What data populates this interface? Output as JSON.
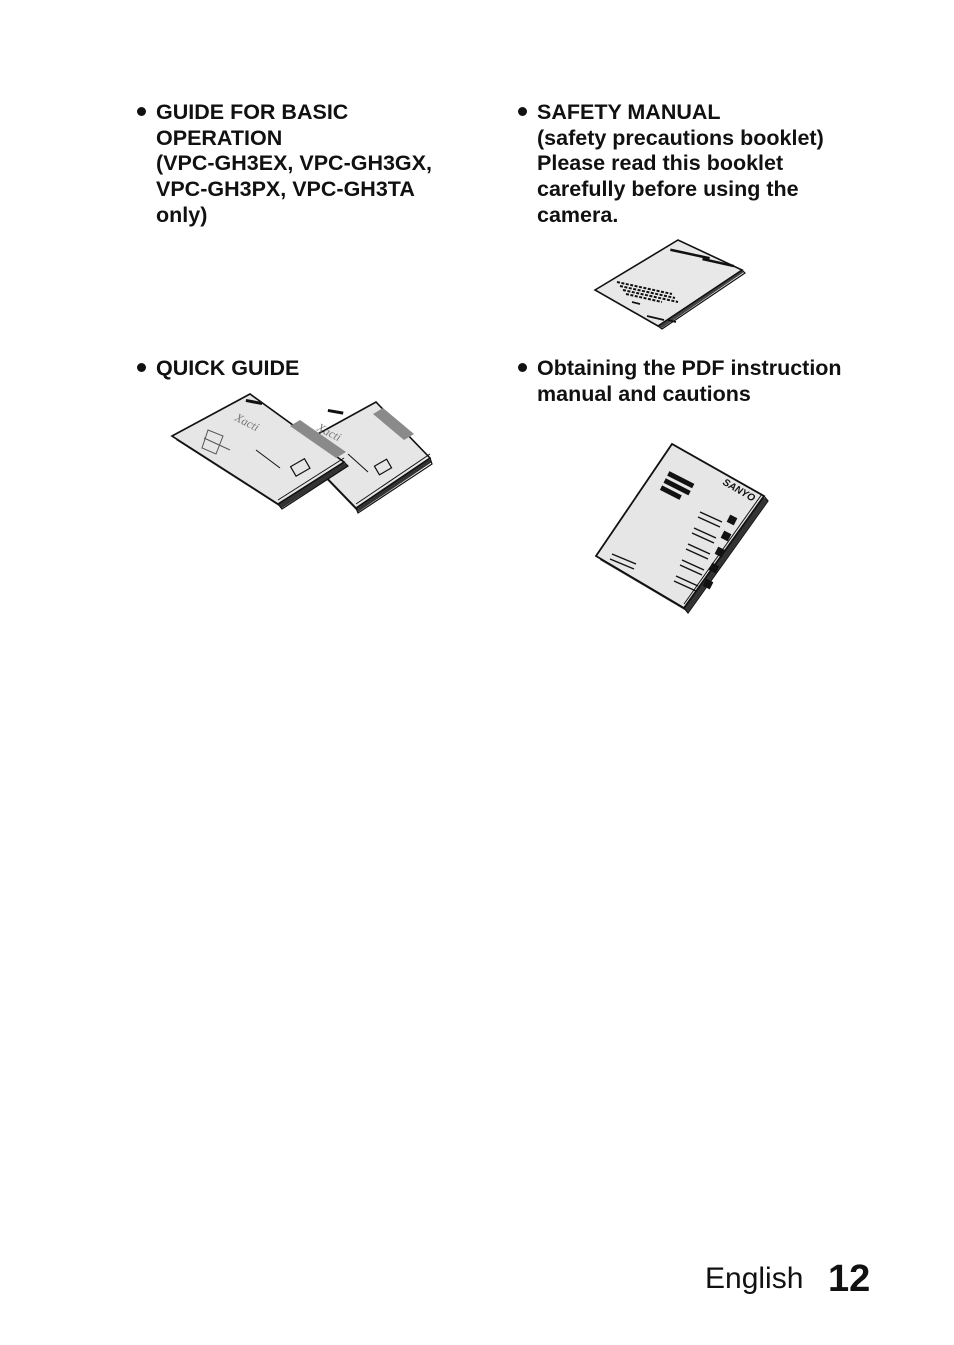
{
  "items": [
    {
      "lines": [
        "GUIDE FOR BASIC",
        "OPERATION",
        "(VPC-GH3EX, VPC-GH3GX,",
        "VPC-GH3PX, VPC-GH3TA",
        "only)"
      ]
    },
    {
      "lines": [
        "SAFETY MANUAL",
        "(safety precautions booklet)",
        "Please read this booklet",
        "carefully before using the",
        "camera."
      ]
    },
    {
      "lines": [
        "QUICK GUIDE"
      ]
    },
    {
      "lines": [
        "Obtaining the PDF instruction",
        "manual and cautions"
      ]
    }
  ],
  "footer": {
    "language": "English",
    "page_number": "12"
  }
}
